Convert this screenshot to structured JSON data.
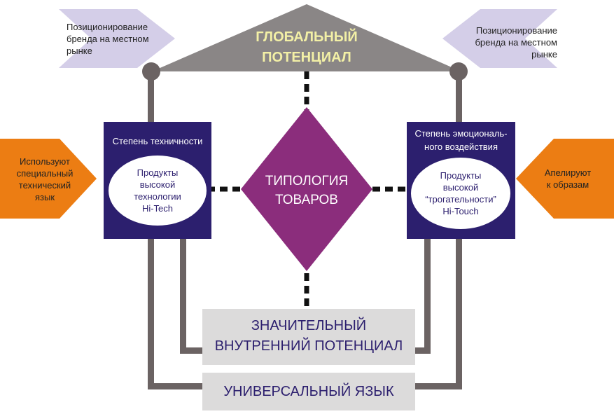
{
  "colors": {
    "frame": "#6b6363",
    "roof": "#8a8686",
    "roof_text": "#f3f0a6",
    "lavender": "#d4cee8",
    "orange": "#ec7d13",
    "navy": "#2c1f6e",
    "diamond": "#8b2d7c",
    "gray_box": "#dcdbdb",
    "dark_text": "#2c1f6e"
  },
  "roof": {
    "line1": "ГЛОБАЛЬНЫЙ",
    "line2": "ПОТЕНЦИАЛ"
  },
  "left_arrow": {
    "line1": "Позиционирование",
    "line2": "бренда на местном",
    "line3": "рынке"
  },
  "right_arrow": {
    "line1": "Позиционирование",
    "line2": "бренда на местном",
    "line3": "рынке"
  },
  "left_side_arrow": {
    "line1": "Используют",
    "line2": "специальный",
    "line3": "технический",
    "line4": "язык"
  },
  "right_side_arrow": {
    "line1": "Апелируют",
    "line2": "к образам"
  },
  "left_panel": {
    "title": "Степень техничности",
    "oval": {
      "line1": "Продукты",
      "line2": "высокой",
      "line3": "технологии",
      "line4": "Hi-Tech"
    }
  },
  "right_panel": {
    "title_line1": "Степень эмоциональ-",
    "title_line2": "ного воздействия",
    "oval": {
      "line1": "Продукты",
      "line2": "высокой",
      "line3": "“трогательности”",
      "line4": "Hi-Touch"
    }
  },
  "center": {
    "line1": "ТИПОЛОГИЯ",
    "line2": "ТОВАРОВ"
  },
  "box_internal": {
    "line1": "ЗНАЧИТЕЛЬНЫЙ",
    "line2": "ВНУТРЕННИЙ ПОТЕНЦИАЛ"
  },
  "box_universal": {
    "label": "УНИВЕРСАЛЬНЫЙ ЯЗЫК"
  }
}
